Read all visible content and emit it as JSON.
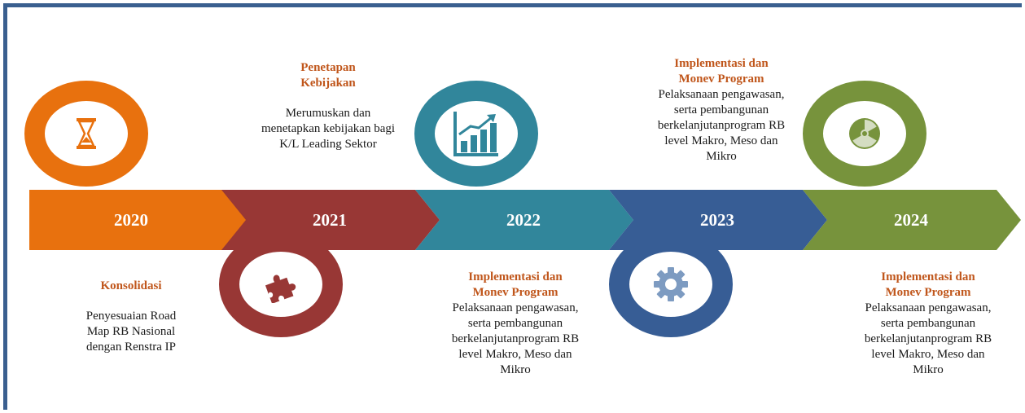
{
  "colors": {
    "y2020": "#e8710e",
    "y2021": "#983735",
    "y2022": "#31869b",
    "y2023": "#375d95",
    "y2024": "#77933c",
    "title": "#c0561b",
    "frame": "#3a5f8f"
  },
  "years": [
    {
      "label": "2020",
      "icon": "hourglass-icon"
    },
    {
      "label": "2021",
      "icon": "puzzle-icon"
    },
    {
      "label": "2022",
      "icon": "bar-chart-growth-icon"
    },
    {
      "label": "2023",
      "icon": "gear-icon"
    },
    {
      "label": "2024",
      "icon": "radiation-icon"
    }
  ],
  "stages": {
    "s2020": {
      "title": "Konsolidasi",
      "desc": "Penyesuaian Road Map RB Nasional dengan Renstra IP"
    },
    "s2021": {
      "title": "Penetapan Kebijakan",
      "desc": "Merumuskan dan menetapkan kebijakan bagi K/L Leading Sektor"
    },
    "s2022": {
      "title": "Implementasi dan Monev Program",
      "desc": "Pelaksanaan pengawasan, serta pembangunan berkelanjutanprogram RB level Makro, Meso dan Mikro"
    },
    "s2023": {
      "title": "Implementasi dan Monev Program",
      "desc": "Pelaksanaan pengawasan, serta pembangunan berkelanjutanprogram RB level Makro, Meso dan Mikro"
    },
    "s2024": {
      "title": "Implementasi dan Monev Program",
      "desc": "Pelaksanaan pengawasan, serta pembangunan berkelanjutanprogram RB level Makro, Meso dan Mikro"
    }
  }
}
